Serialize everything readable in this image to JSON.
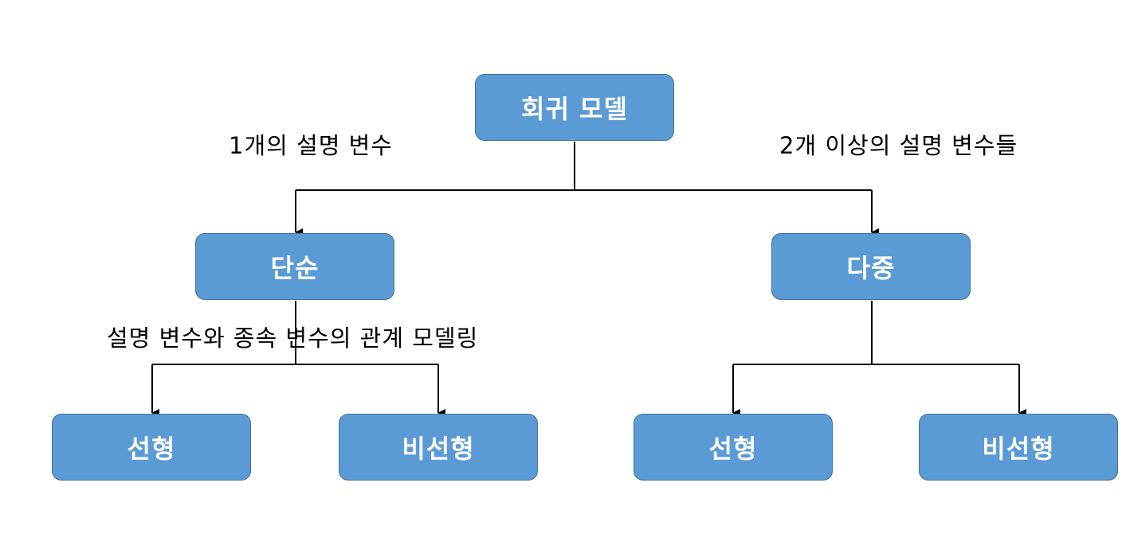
{
  "nodes": {
    "root": "회귀 모델",
    "simple": "단순",
    "multiple": "다중",
    "simple_linear": "선형",
    "simple_nonlinear": "비선형",
    "multiple_linear": "선형",
    "multiple_nonlinear": "비선형"
  },
  "labels": {
    "simple_desc": "1개의 설명 변수",
    "multiple_desc": "2개 이상의 설명 변수들",
    "relation_desc": "설명 변수와 종속 변수의 관계 모델링"
  },
  "colors": {
    "node_fill": "#5b9bd5",
    "node_border": "#41719c",
    "node_text": "#ffffff",
    "connector": "#000000"
  }
}
